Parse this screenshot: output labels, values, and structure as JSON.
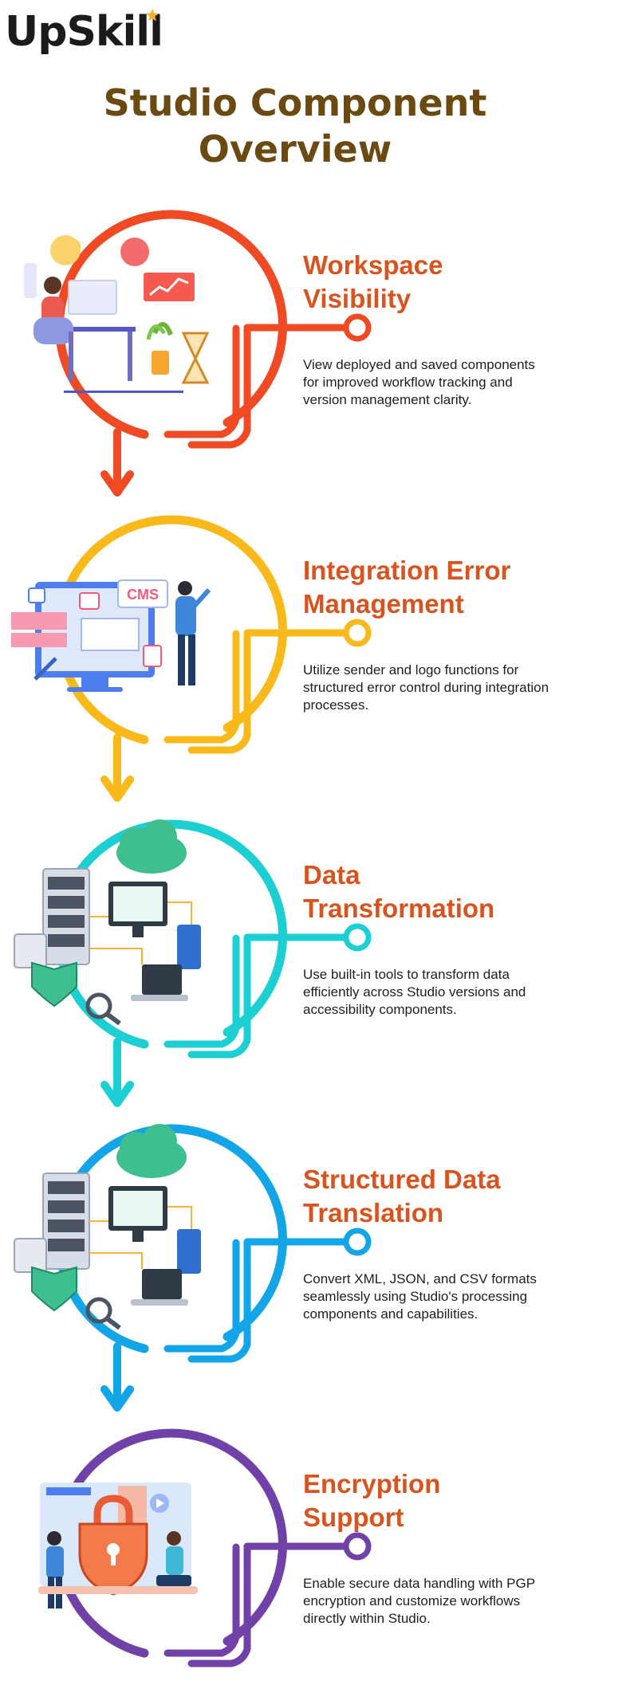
{
  "brand": {
    "name": "UpSkill",
    "star_color": "#f2b02a"
  },
  "page": {
    "title": "Studio Component Overview",
    "title_color": "#6b4a12"
  },
  "steps": [
    {
      "heading": "Workspace Visibility",
      "heading_lines": [
        "Workspace",
        "Visibility"
      ],
      "description": "View deployed and saved components for improved workflow tracking and version management clarity.",
      "color": "#f04a24",
      "illustration": "woman-at-desk-analytics-illustration"
    },
    {
      "heading": "Integration Error Management",
      "heading_lines": [
        "Integration Error",
        "Management"
      ],
      "description": "Utilize sender and logo functions for structured error control during integration processes.",
      "color": "#f9b91b",
      "illustration": "cms-developer-illustration",
      "badge": "CMS"
    },
    {
      "heading": "Data Transformation",
      "heading_lines": [
        "Data",
        "Transformation"
      ],
      "description": "Use built-in tools to transform data efficiently across Studio versions and accessibility components.",
      "color": "#1ccfd2",
      "illustration": "cloud-server-network-illustration"
    },
    {
      "heading": "Structured Data Translation",
      "heading_lines": [
        "Structured Data",
        "Translation"
      ],
      "description": "Convert XML, JSON, and CSV formats seamlessly using Studio's processing components and capabilities.",
      "color": "#12a5e8",
      "illustration": "cloud-server-network-illustration"
    },
    {
      "heading": "Encryption Support",
      "heading_lines": [
        "Encryption",
        "Support"
      ],
      "description": "Enable secure data handling with PGP encryption and customize workflows directly within Studio.",
      "color": "#7042a8",
      "illustration": "security-padlock-illustration"
    }
  ]
}
